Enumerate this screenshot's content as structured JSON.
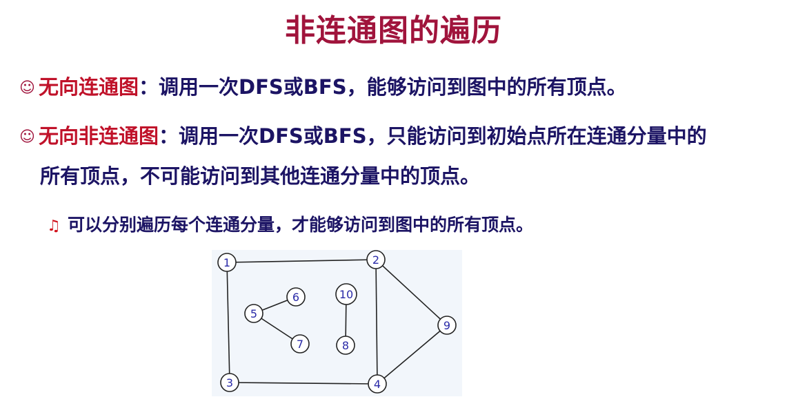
{
  "title": "非连通图的遍历",
  "bullets": [
    {
      "icon": "smiley-icon",
      "term": "无向连通图",
      "text": "：调用一次DFS或BFS，能够访问到图中的所有顶点。"
    },
    {
      "icon": "smiley-icon",
      "term": "无向非连通图",
      "text": "：调用一次DFS或BFS，只能访问到初始点所在连通分量中的",
      "continuation": "所有顶点，不可能访问到其他连通分量中的顶点。"
    }
  ],
  "sub_bullet": {
    "icon": "music-note-icon",
    "text": "可以分别遍历每个连通分量，才能够访问到图中的所有顶点。"
  },
  "graph": {
    "nodes": [
      "1",
      "2",
      "3",
      "4",
      "5",
      "6",
      "7",
      "8",
      "9",
      "10"
    ],
    "edges": [
      [
        "1",
        "2"
      ],
      [
        "1",
        "3"
      ],
      [
        "2",
        "4"
      ],
      [
        "2",
        "9"
      ],
      [
        "3",
        "4"
      ],
      [
        "4",
        "9"
      ],
      [
        "5",
        "6"
      ],
      [
        "5",
        "7"
      ],
      [
        "10",
        "8"
      ]
    ]
  },
  "colors": {
    "title": "#a0143c",
    "term": "#c0122a",
    "body_text": "#1c1464",
    "node_label": "#2a2aa8"
  }
}
